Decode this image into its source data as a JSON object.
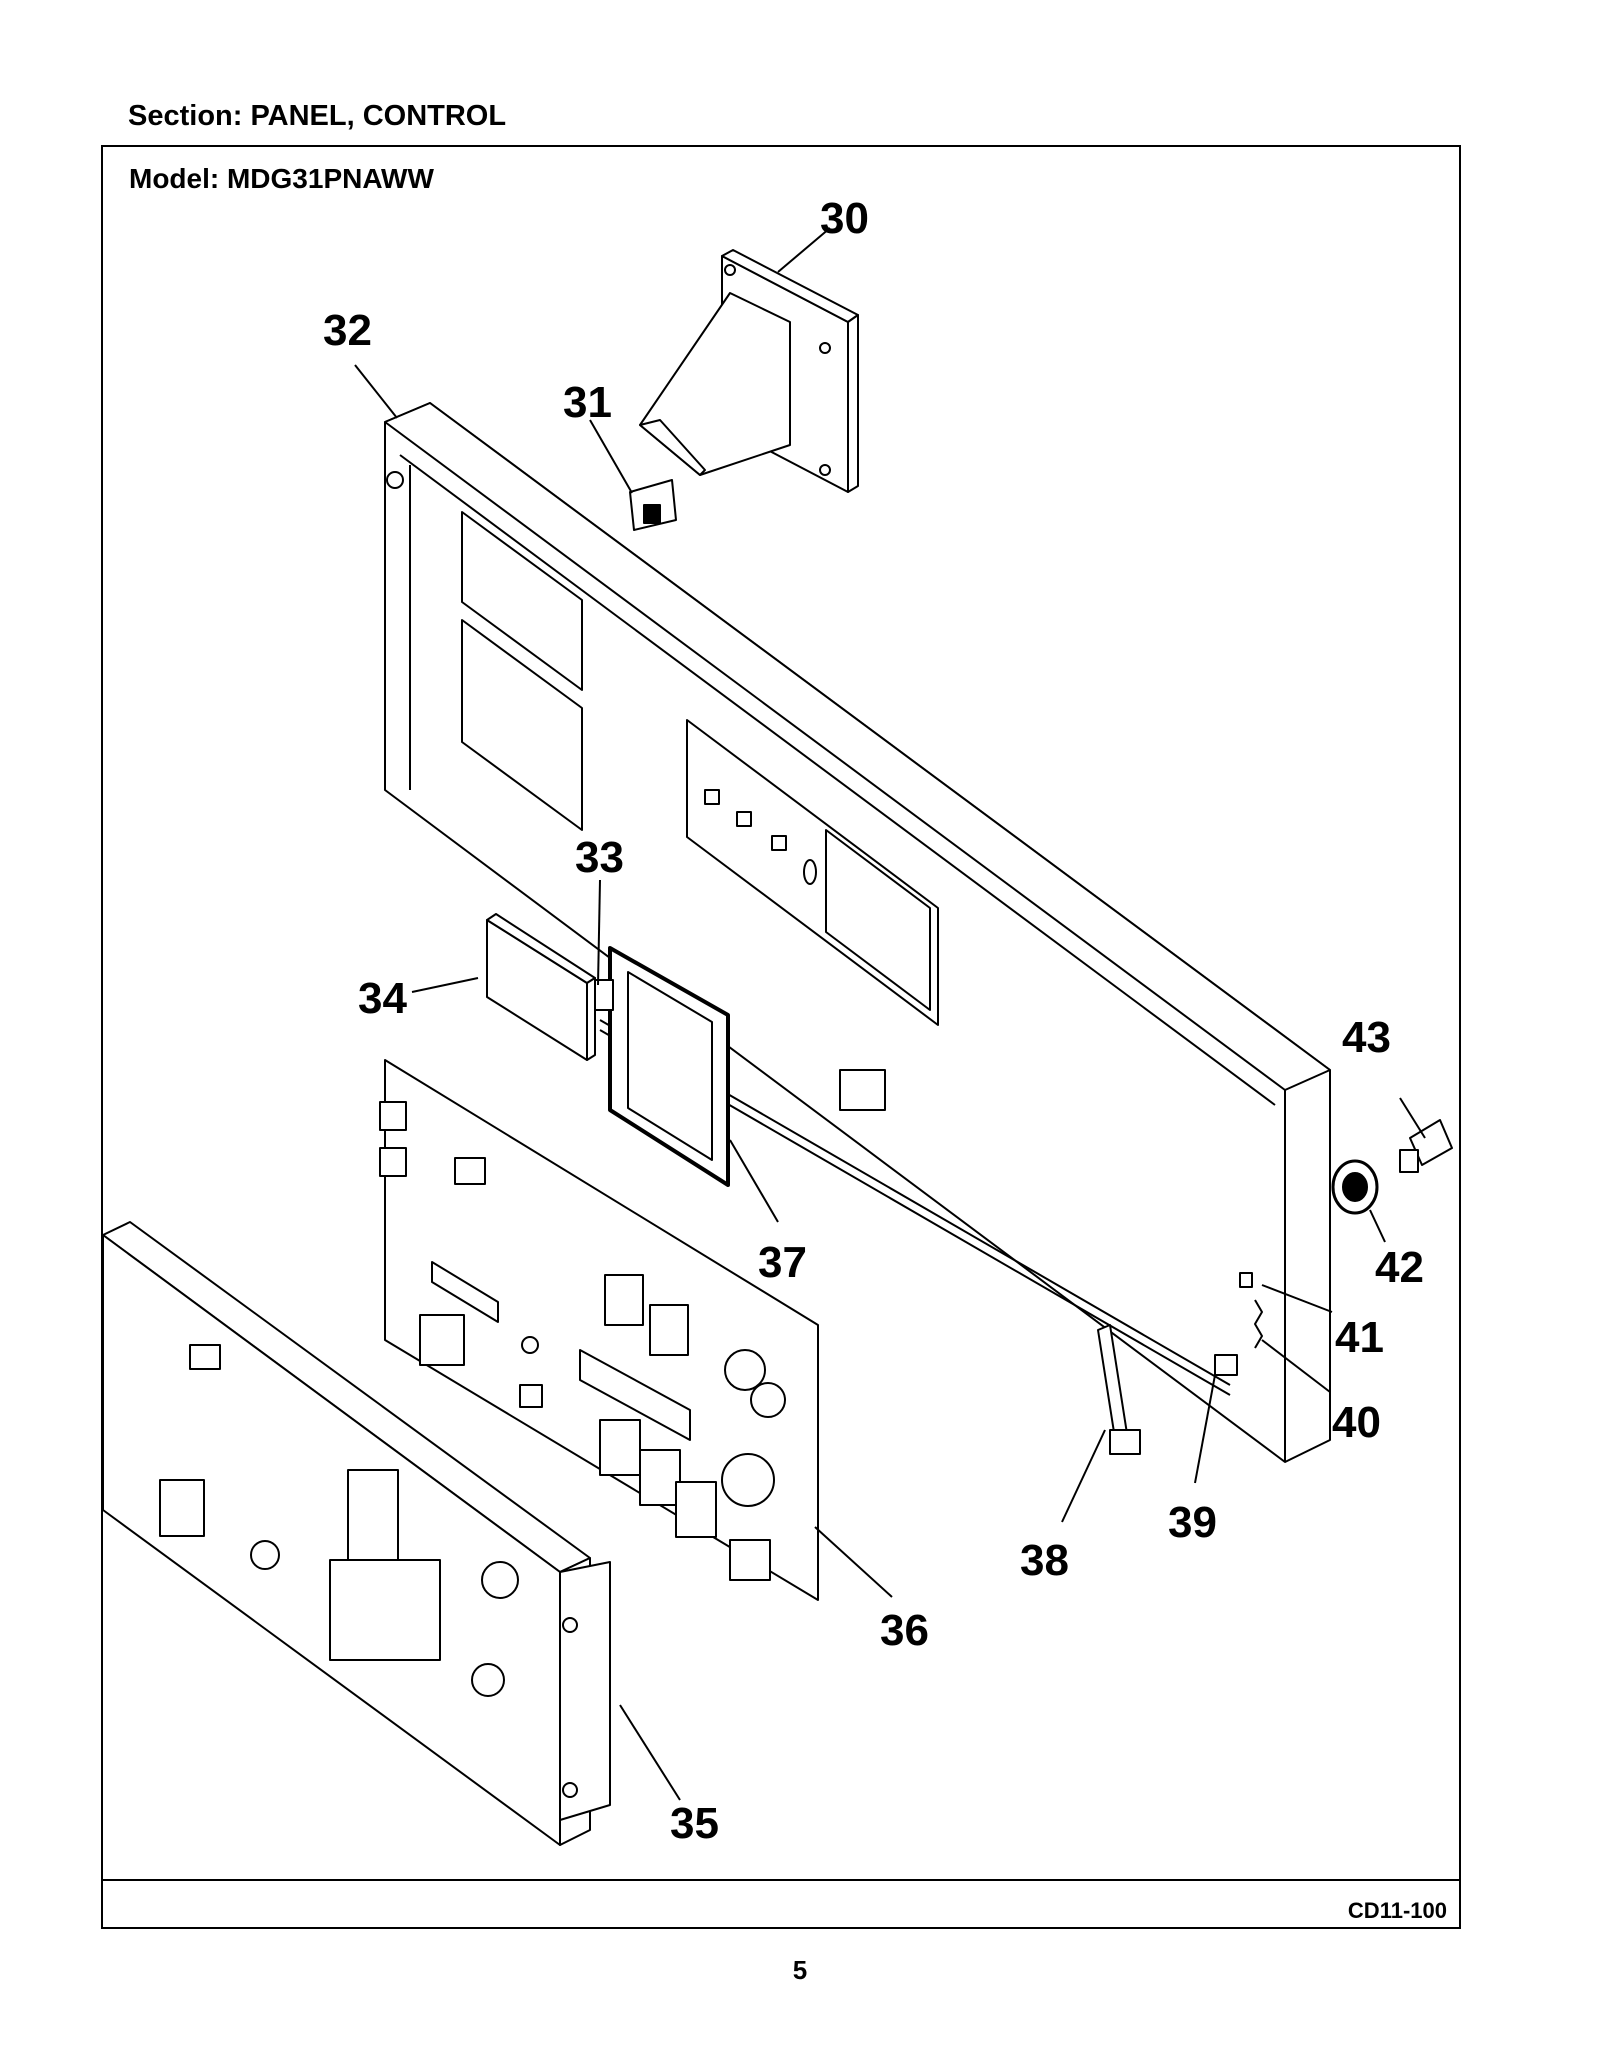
{
  "section": "Section:  PANEL, CONTROL",
  "model": "Model:  MDG31PNAWW",
  "drawing_code": "CD11-100",
  "page_number": "5",
  "callouts": [
    {
      "id": "30",
      "label": "30"
    },
    {
      "id": "31",
      "label": "31"
    },
    {
      "id": "32",
      "label": "32"
    },
    {
      "id": "33",
      "label": "33"
    },
    {
      "id": "34",
      "label": "34"
    },
    {
      "id": "35",
      "label": "35"
    },
    {
      "id": "36",
      "label": "36"
    },
    {
      "id": "37",
      "label": "37"
    },
    {
      "id": "38",
      "label": "38"
    },
    {
      "id": "39",
      "label": "39"
    },
    {
      "id": "40",
      "label": "40"
    },
    {
      "id": "41",
      "label": "41"
    },
    {
      "id": "42",
      "label": "42"
    },
    {
      "id": "43",
      "label": "43"
    }
  ]
}
